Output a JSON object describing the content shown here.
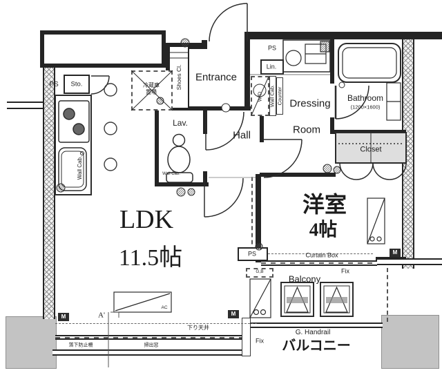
{
  "rooms": {
    "ldk": {
      "label": "LDK",
      "size": "11.5帖"
    },
    "western_room": {
      "label": "洋室",
      "size": "4帖"
    },
    "entrance": {
      "label": "Entrance"
    },
    "hall": {
      "label": "Hall"
    },
    "lavatory": {
      "label": "Lav."
    },
    "dressing_room": {
      "line1": "Dressing",
      "line2": "Room"
    },
    "bathroom": {
      "label": "Bathroom",
      "size": "(1200×1600)"
    },
    "closet": {
      "label": "Closet"
    },
    "balcony": {
      "label_en": "Balcony",
      "label_jp": "バルコニー"
    }
  },
  "fixtures": {
    "shoes_closet": "Shoes Cl.",
    "storage": "Sto.",
    "pipe_space": "PS",
    "linen": "Lin.",
    "washer_dryer": "W/D",
    "wall_cabinet": "Wall Cab.",
    "counter": "Counter",
    "refrigerator_line1": "冷蔵庫",
    "refrigerator_line2": "置場",
    "air_conditioner": "AC",
    "gas_box": "G,B",
    "meter": "M"
  },
  "annotations": {
    "curtain_box": "Curtain Box",
    "fix": "Fix",
    "glass_handrail": "G. Handrail",
    "dropped_ceiling": "下り天井",
    "fall_prevention": "落下防止柵",
    "sweep_out_window": "掃出窓",
    "section_mark": "A'"
  }
}
